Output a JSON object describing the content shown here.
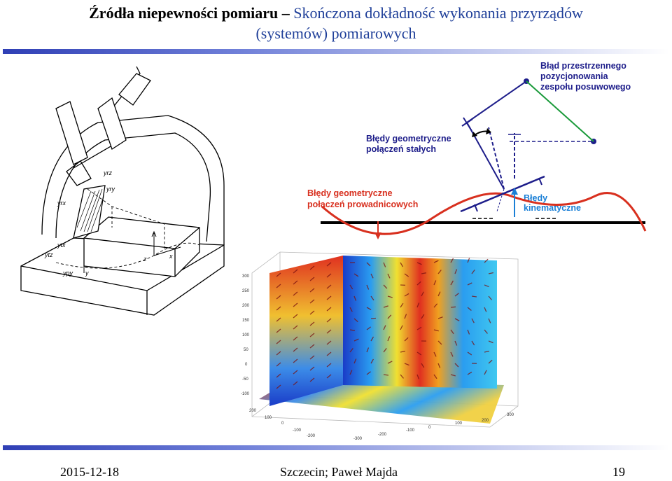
{
  "slide": {
    "title_part1": "Źródła niepewności pomiaru – ",
    "title_part2": "Skończona dokładność wykonania przyrządów",
    "title_line2": "(systemów) pomiarowych",
    "date": "2015-12-18",
    "author": "Szczecin; Paweł Majda",
    "page": "19"
  },
  "machine": {
    "labels": [
      "yrz",
      "yry",
      "yrx",
      "ytx",
      "ytz",
      "ypy",
      "y",
      "z",
      "x"
    ]
  },
  "errors_diagram": {
    "label_spatial": [
      "Błąd przestrzennego",
      "pozycjonowania",
      "zespołu posuwowego"
    ],
    "label_fixed": [
      "Błędy geometryczne",
      "połączeń stałych"
    ],
    "label_guides": [
      "Błędy geometryczne",
      "połaczeń prowadnicowych"
    ],
    "label_kinematic": [
      "Błędy",
      "kinematyczne"
    ],
    "colors": {
      "red": "#d8301f",
      "blue": "#1a7fd6",
      "green": "#1a9a3a",
      "navy": "#1d1d8a"
    }
  },
  "plot3d": {
    "z_ticks": [
      "300",
      "250",
      "200",
      "150",
      "100",
      "50",
      "0",
      "-50",
      "-100"
    ],
    "x_ticks": [
      "200",
      "100",
      "0",
      "-100",
      "-200",
      "-300"
    ],
    "y_ticks": [
      "-200",
      "-100",
      "0",
      "100",
      "200",
      "300"
    ]
  }
}
